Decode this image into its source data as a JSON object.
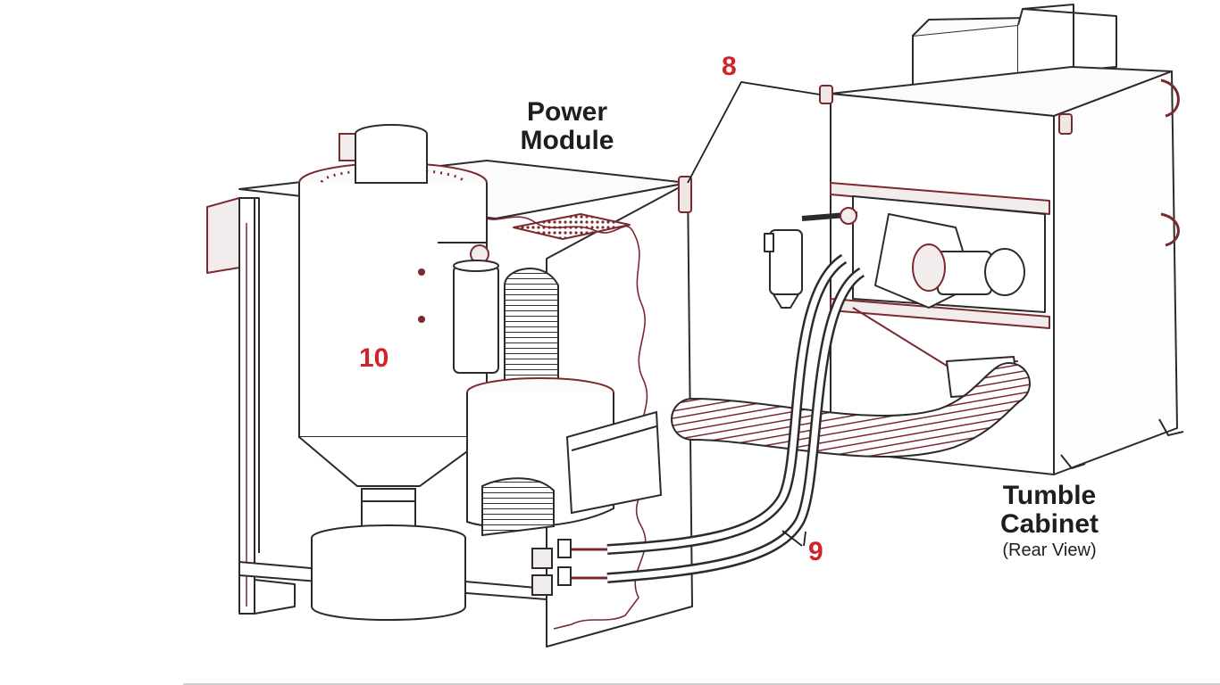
{
  "labels": {
    "power_module": "Power\nModule",
    "tumble_cabinet_line1": "Tumble",
    "tumble_cabinet_line2": "Cabinet",
    "tumble_cabinet_sub": "(Rear View)"
  },
  "callouts": {
    "c8": "8",
    "c9": "9",
    "c10": "10"
  },
  "colors": {
    "line": "#2b2b2b",
    "drawing_accent": "#7a2a2f",
    "callout": "#d2232a",
    "label": "#1e1e1e"
  }
}
